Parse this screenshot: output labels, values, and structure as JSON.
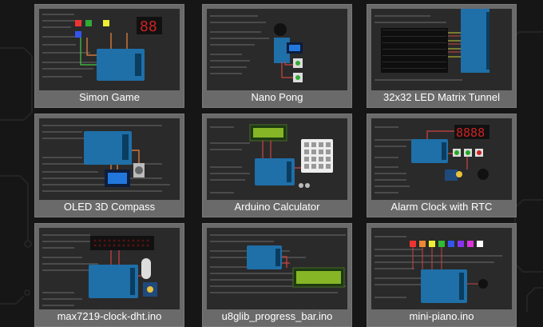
{
  "projects": [
    {
      "title": "Simon Game",
      "thumb_icon": "simon-game-breadboard-icon"
    },
    {
      "title": "Nano Pong",
      "thumb_icon": "nano-pong-breadboard-icon"
    },
    {
      "title": "32x32 LED Matrix Tunnel",
      "thumb_icon": "led-matrix-breadboard-icon"
    },
    {
      "title": "OLED 3D Compass",
      "thumb_icon": "oled-compass-breadboard-icon"
    },
    {
      "title": "Arduino Calculator",
      "thumb_icon": "calculator-breadboard-icon"
    },
    {
      "title": "Alarm Clock with RTC",
      "thumb_icon": "alarm-clock-breadboard-icon"
    },
    {
      "title": "max7219-clock-dht.ino",
      "thumb_icon": "max7219-clock-breadboard-icon"
    },
    {
      "title": "u8glib_progress_bar.ino",
      "thumb_icon": "progress-bar-breadboard-icon"
    },
    {
      "title": "mini-piano.ino",
      "thumb_icon": "mini-piano-breadboard-icon"
    }
  ],
  "colors": {
    "background": "#161616",
    "card": "#6a6a6a",
    "thumbnail": "#2a2a2a",
    "arduino_board": "#1f6fa8",
    "title_text": "#ffffff"
  }
}
